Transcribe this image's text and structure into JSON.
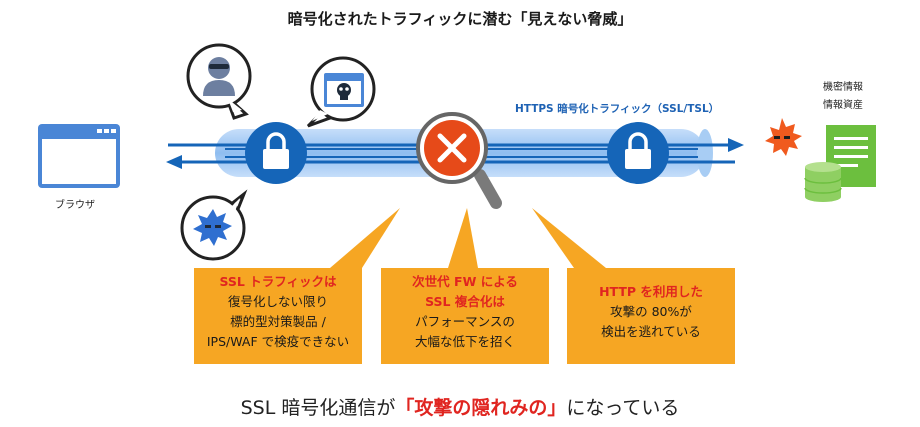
{
  "title": "暗号化されたトラフィックに潜む「見えない脅威」",
  "browser_label": "ブラウザ",
  "assets_label_1": "機密情報",
  "assets_label_2": "情報資産",
  "https_label": "HTTPS 暗号化トラフィック（SSL/TSL）",
  "boxes": [
    {
      "heading": "SSL トラフィックは",
      "lines": [
        "復号化しない限り",
        "標的型対策製品 /",
        "IPS/WAF で検疫できない"
      ]
    },
    {
      "heading1": "次世代 FW による",
      "heading2": "SSL 複合化は",
      "lines": [
        "パフォーマンスの",
        "大幅な低下を招く"
      ]
    },
    {
      "heading": "HTTP を利用した",
      "lines": [
        "攻撃の 80%が",
        "検出を逃れている"
      ]
    }
  ],
  "bottom": {
    "prefix": "SSL 暗号化通信が",
    "emphasis": "「攻撃の隠れみの」",
    "suffix": "になっている"
  },
  "colors": {
    "accent_blue": "#1565b8",
    "pipe": "#9ec6f0",
    "orange": "#f6a623",
    "red": "#e02520",
    "green": "#6cbf3e",
    "x_red": "#e64a19"
  },
  "icons": [
    "browser-window-icon",
    "hacker-icon",
    "skull-window-icon",
    "virus-icon",
    "lock-icon",
    "magnifier-x-icon",
    "malware-icon",
    "database-icon",
    "document-icon"
  ]
}
